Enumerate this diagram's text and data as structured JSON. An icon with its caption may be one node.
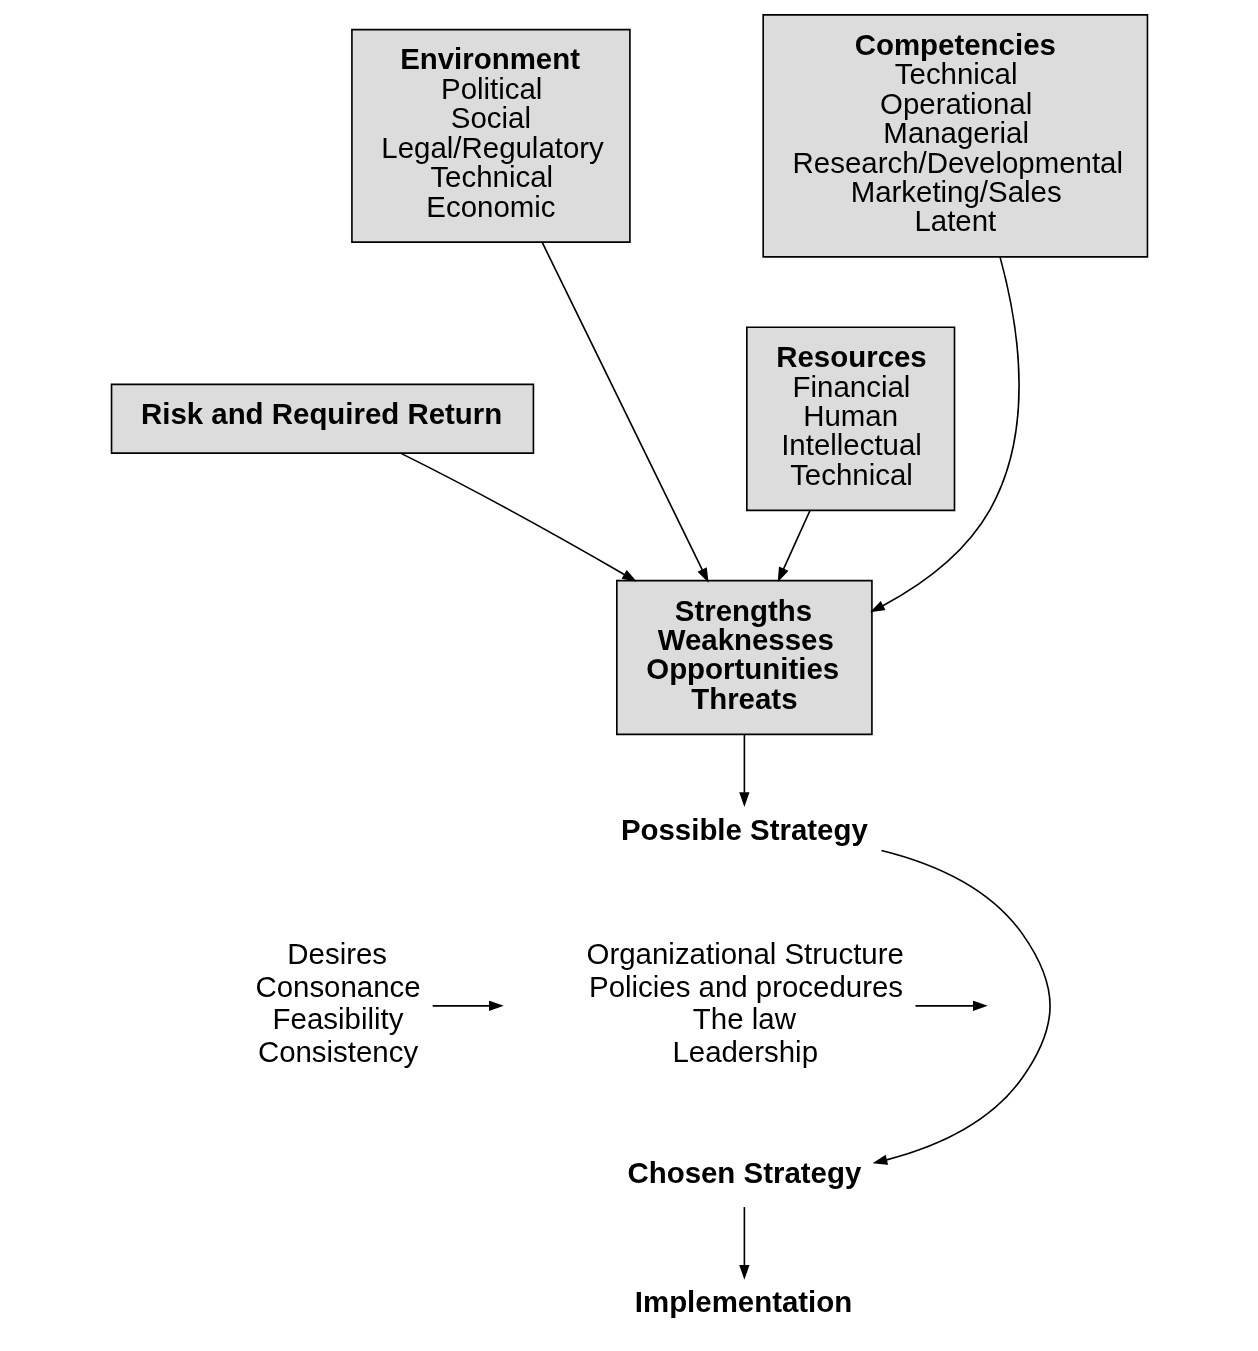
{
  "diagram": {
    "nodes": [
      {
        "text": [
          "Environment",
          "Political",
          "Social",
          "Legal/Regulatory",
          "Technical",
          "Economic"
        ]
      },
      {
        "text": [
          "Competencies",
          "Technical",
          "Operational",
          "Managerial",
          "Research/Developmental",
          "Marketing/Sales",
          "Latent"
        ]
      },
      {
        "text": [
          "Risk and Required Return"
        ]
      },
      {
        "text": [
          "Resources",
          "Financial",
          "Human",
          "Intellectual",
          "Technical"
        ]
      },
      {
        "text": [
          "Strengths",
          "Weaknesses",
          "Opportunities",
          "Threats"
        ]
      },
      {
        "text": [
          "Possible Strategy"
        ]
      },
      {
        "text": [
          "Desires",
          "Consonance",
          "Feasibility",
          "Consistency"
        ]
      },
      {
        "text": [
          "Organizational Structure",
          "Policies and procedures",
          "The law",
          "Leadership"
        ]
      },
      {
        "text": [
          "Chosen Strategy"
        ]
      },
      {
        "text": [
          "Implementation"
        ]
      }
    ],
    "edges": [
      {
        "from": 0,
        "to": 4,
        "arrow": "to"
      },
      {
        "from": 1,
        "to": 4,
        "arrow": "to"
      },
      {
        "from": 2,
        "to": 4,
        "arrow": "to"
      },
      {
        "from": 3,
        "to": 4,
        "arrow": "to"
      },
      {
        "from": 4,
        "to": 5,
        "arrow": "to"
      },
      {
        "from": 6,
        "to": null,
        "arrow": "to"
      },
      {
        "from": 7,
        "to": null,
        "arrow": "to"
      },
      {
        "from": 5,
        "to": 8,
        "arrow": "to"
      },
      {
        "from": 8,
        "to": 9,
        "arrow": "to"
      }
    ]
  }
}
